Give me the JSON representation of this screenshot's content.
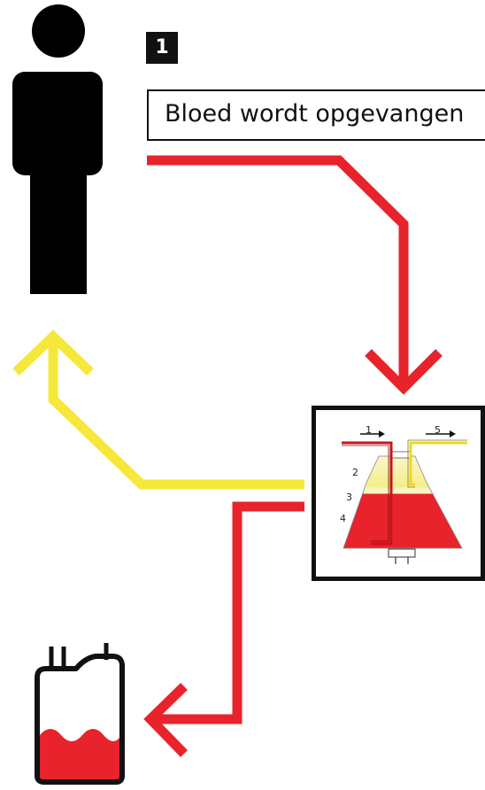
{
  "step": {
    "number": "1",
    "caption": "Bloed wordt opgevangen"
  },
  "centrifuge": {
    "labels": [
      "1",
      "2",
      "3",
      "4",
      "5"
    ]
  },
  "colors": {
    "blood_red": "#e8232b",
    "plasma_yellow": "#f5e83a",
    "ink_black": "#111111"
  },
  "icons": [
    "person-icon",
    "centrifuge-bowl-icon",
    "blood-collection-bag-icon"
  ]
}
